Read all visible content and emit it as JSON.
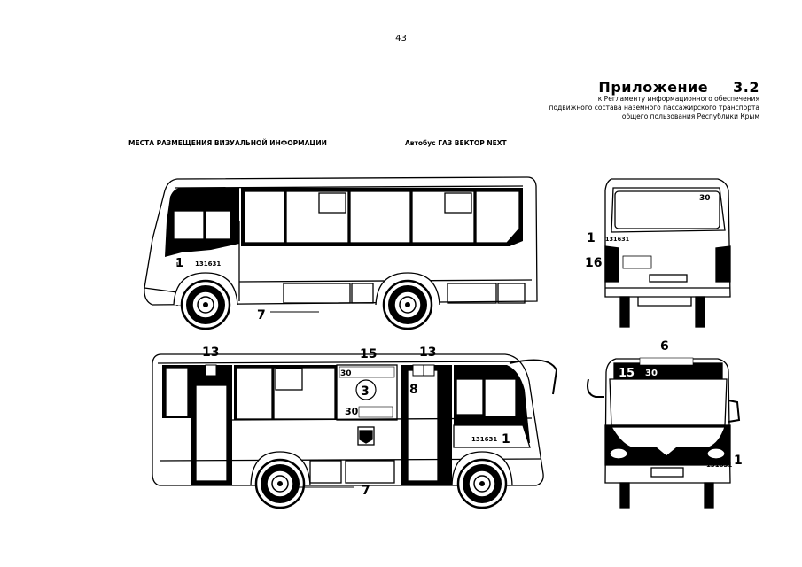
{
  "page_number": "43",
  "title": {
    "appendix": "Приложение",
    "number": "3.2",
    "subtitle_lines": [
      "к Регламенту информационного обеспечения",
      "подвижного состава наземного пассажирского транспорта",
      "общего пользования Республики Крым"
    ]
  },
  "headings": {
    "left": "МЕСТА РАЗМЕЩЕНИЯ ВИЗУАЛЬНОЙ ИНФОРМАЦИИ",
    "right": "Автобус ГАЗ ВЕКТОР NEXT"
  },
  "labels": {
    "left_side": {
      "n1": "1",
      "n7": "7",
      "plate": "131631"
    },
    "right_side": {
      "n13a": "13",
      "n15": "15",
      "n13b": "13",
      "n3": "3",
      "n8": "8",
      "n30": "30",
      "n1": "1",
      "n7": "7",
      "plate": "131631",
      "route_num": "30"
    },
    "rear": {
      "n30": "30",
      "n1": "1",
      "plate": "131631",
      "n16": "16"
    },
    "front": {
      "n6": "6",
      "n15": "15",
      "route_num": "30",
      "n1": "1",
      "plate": "131631"
    }
  },
  "colors": {
    "ink": "#000000",
    "paper": "#ffffff"
  }
}
